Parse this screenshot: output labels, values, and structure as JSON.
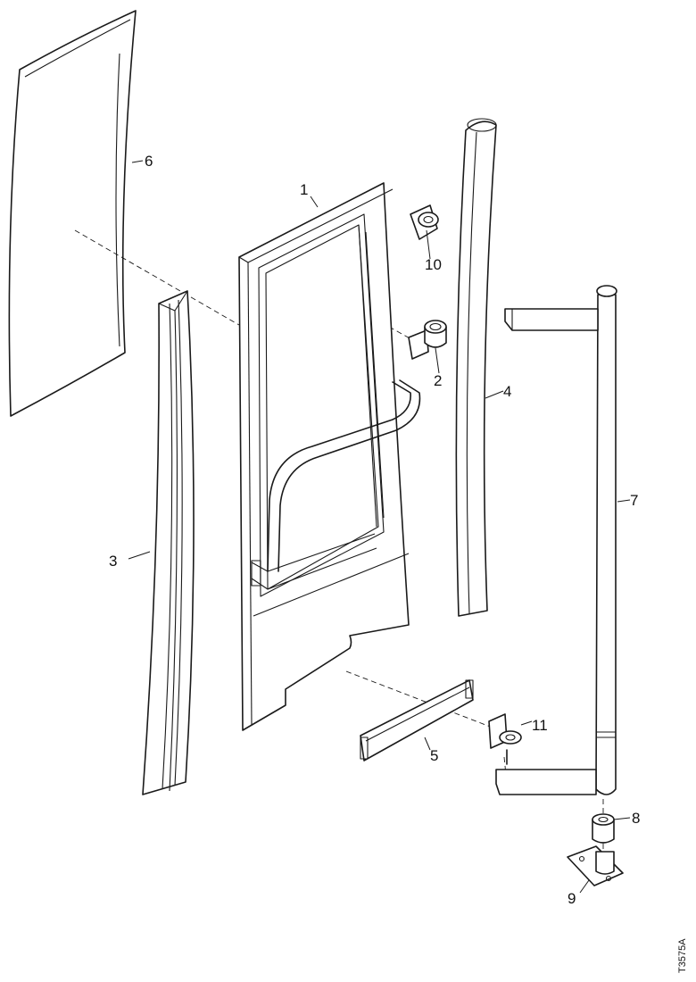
{
  "diagram": {
    "type": "exploded-parts-view",
    "callouts": [
      {
        "id": "1",
        "label": "1"
      },
      {
        "id": "2",
        "label": "2"
      },
      {
        "id": "3",
        "label": "3"
      },
      {
        "id": "4",
        "label": "4"
      },
      {
        "id": "5",
        "label": "5"
      },
      {
        "id": "6",
        "label": "6"
      },
      {
        "id": "7",
        "label": "7"
      },
      {
        "id": "8",
        "label": "8"
      },
      {
        "id": "9",
        "label": "9"
      },
      {
        "id": "10",
        "label": "10"
      },
      {
        "id": "11",
        "label": "11"
      }
    ],
    "reference_code": "T3575A"
  },
  "colors": {
    "line": "#1a1a1a",
    "background": "#ffffff"
  }
}
